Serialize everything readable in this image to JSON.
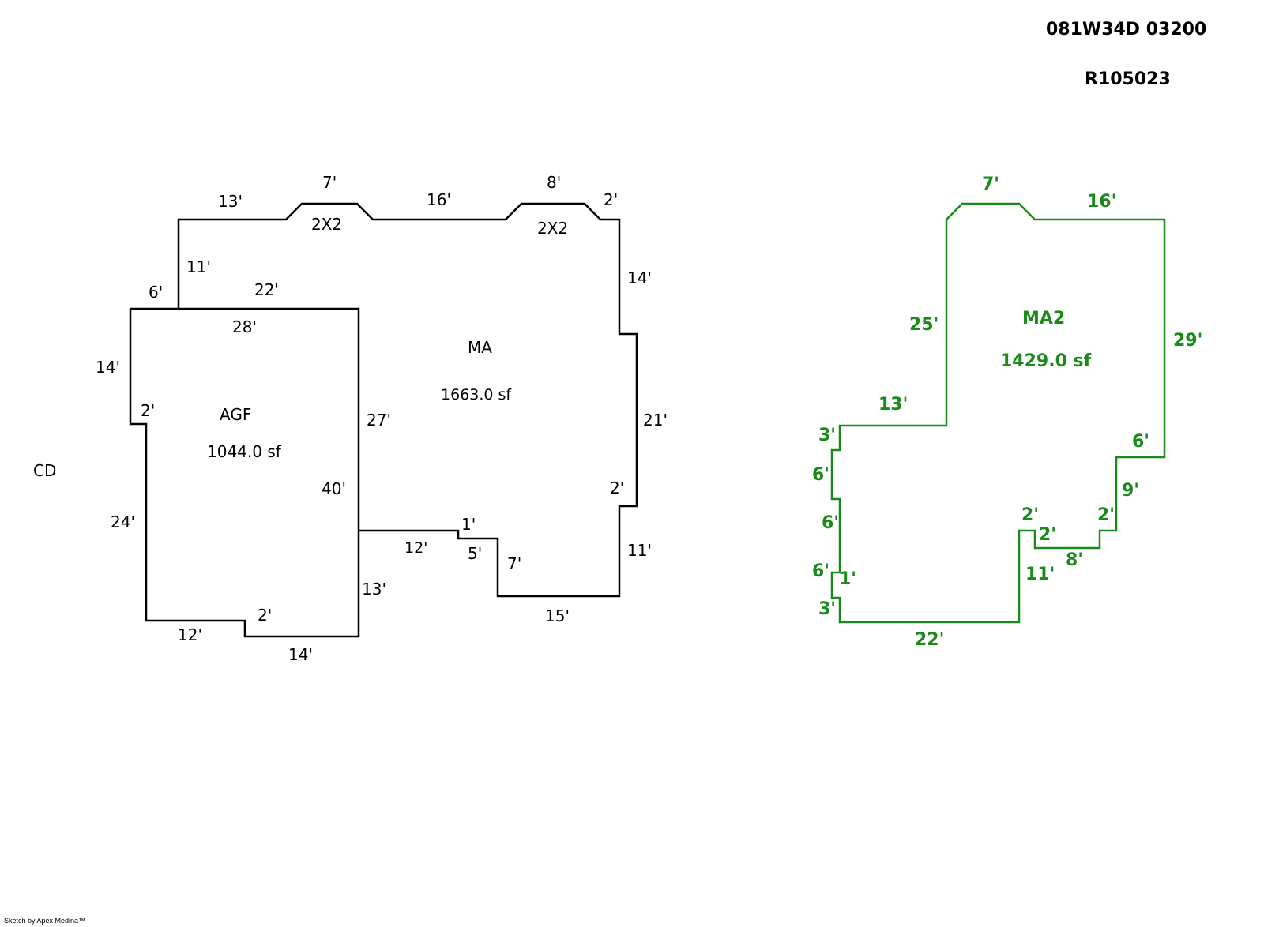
{
  "header": {
    "parcel_id": "081W34D 03200",
    "account_id": "R105023"
  },
  "left_sketch": {
    "outside_label": "CD",
    "areas": {
      "agf": {
        "name": "AGF",
        "size": "1044.0 sf"
      },
      "ma": {
        "name": "MA",
        "size": "1663.0 sf"
      },
      "bay1": {
        "name": "2X2"
      },
      "bay2": {
        "name": "2X2"
      }
    },
    "dims": {
      "top_13": "13'",
      "top_7": "7'",
      "top_16": "16'",
      "top_8": "8'",
      "top_2": "2'",
      "left_11": "11'",
      "left_6": "6'",
      "agf_top_22": "22'",
      "agf_top_28": "28'",
      "right_14": "14'",
      "agf_left_14": "14'",
      "agf_left_2": "2'",
      "agf_27": "27'",
      "right_21": "21'",
      "agf_left_24": "24'",
      "agf_40": "40'",
      "right_2": "2'",
      "mid_1": "1'",
      "mid_12": "12'",
      "mid_5": "5'",
      "mid_7": "7'",
      "right_11": "11'",
      "agf_13": "13'",
      "bottom_15": "15'",
      "agf_bottom_2": "2'",
      "agf_bottom_12": "12'",
      "agf_bottom_14": "14'"
    }
  },
  "right_sketch": {
    "color": "#1a8a1a",
    "area": {
      "name": "MA2",
      "size": "1429.0 sf"
    },
    "dims": {
      "top_7": "7'",
      "top_16": "16'",
      "left_25": "25'",
      "right_29": "29'",
      "mid_13": "13'",
      "left_3a": "3'",
      "right_6": "6'",
      "left_6a": "6'",
      "right_9": "9'",
      "left_6b": "6'",
      "notch_2a": "2'",
      "notch_2b": "2'",
      "right_2": "2'",
      "notch_8": "8'",
      "left_6c": "6'",
      "left_1": "1'",
      "notch_11": "11'",
      "left_3b": "3'",
      "bottom_22": "22'"
    }
  },
  "footer": {
    "credit": "Sketch by Apex Medina™"
  }
}
